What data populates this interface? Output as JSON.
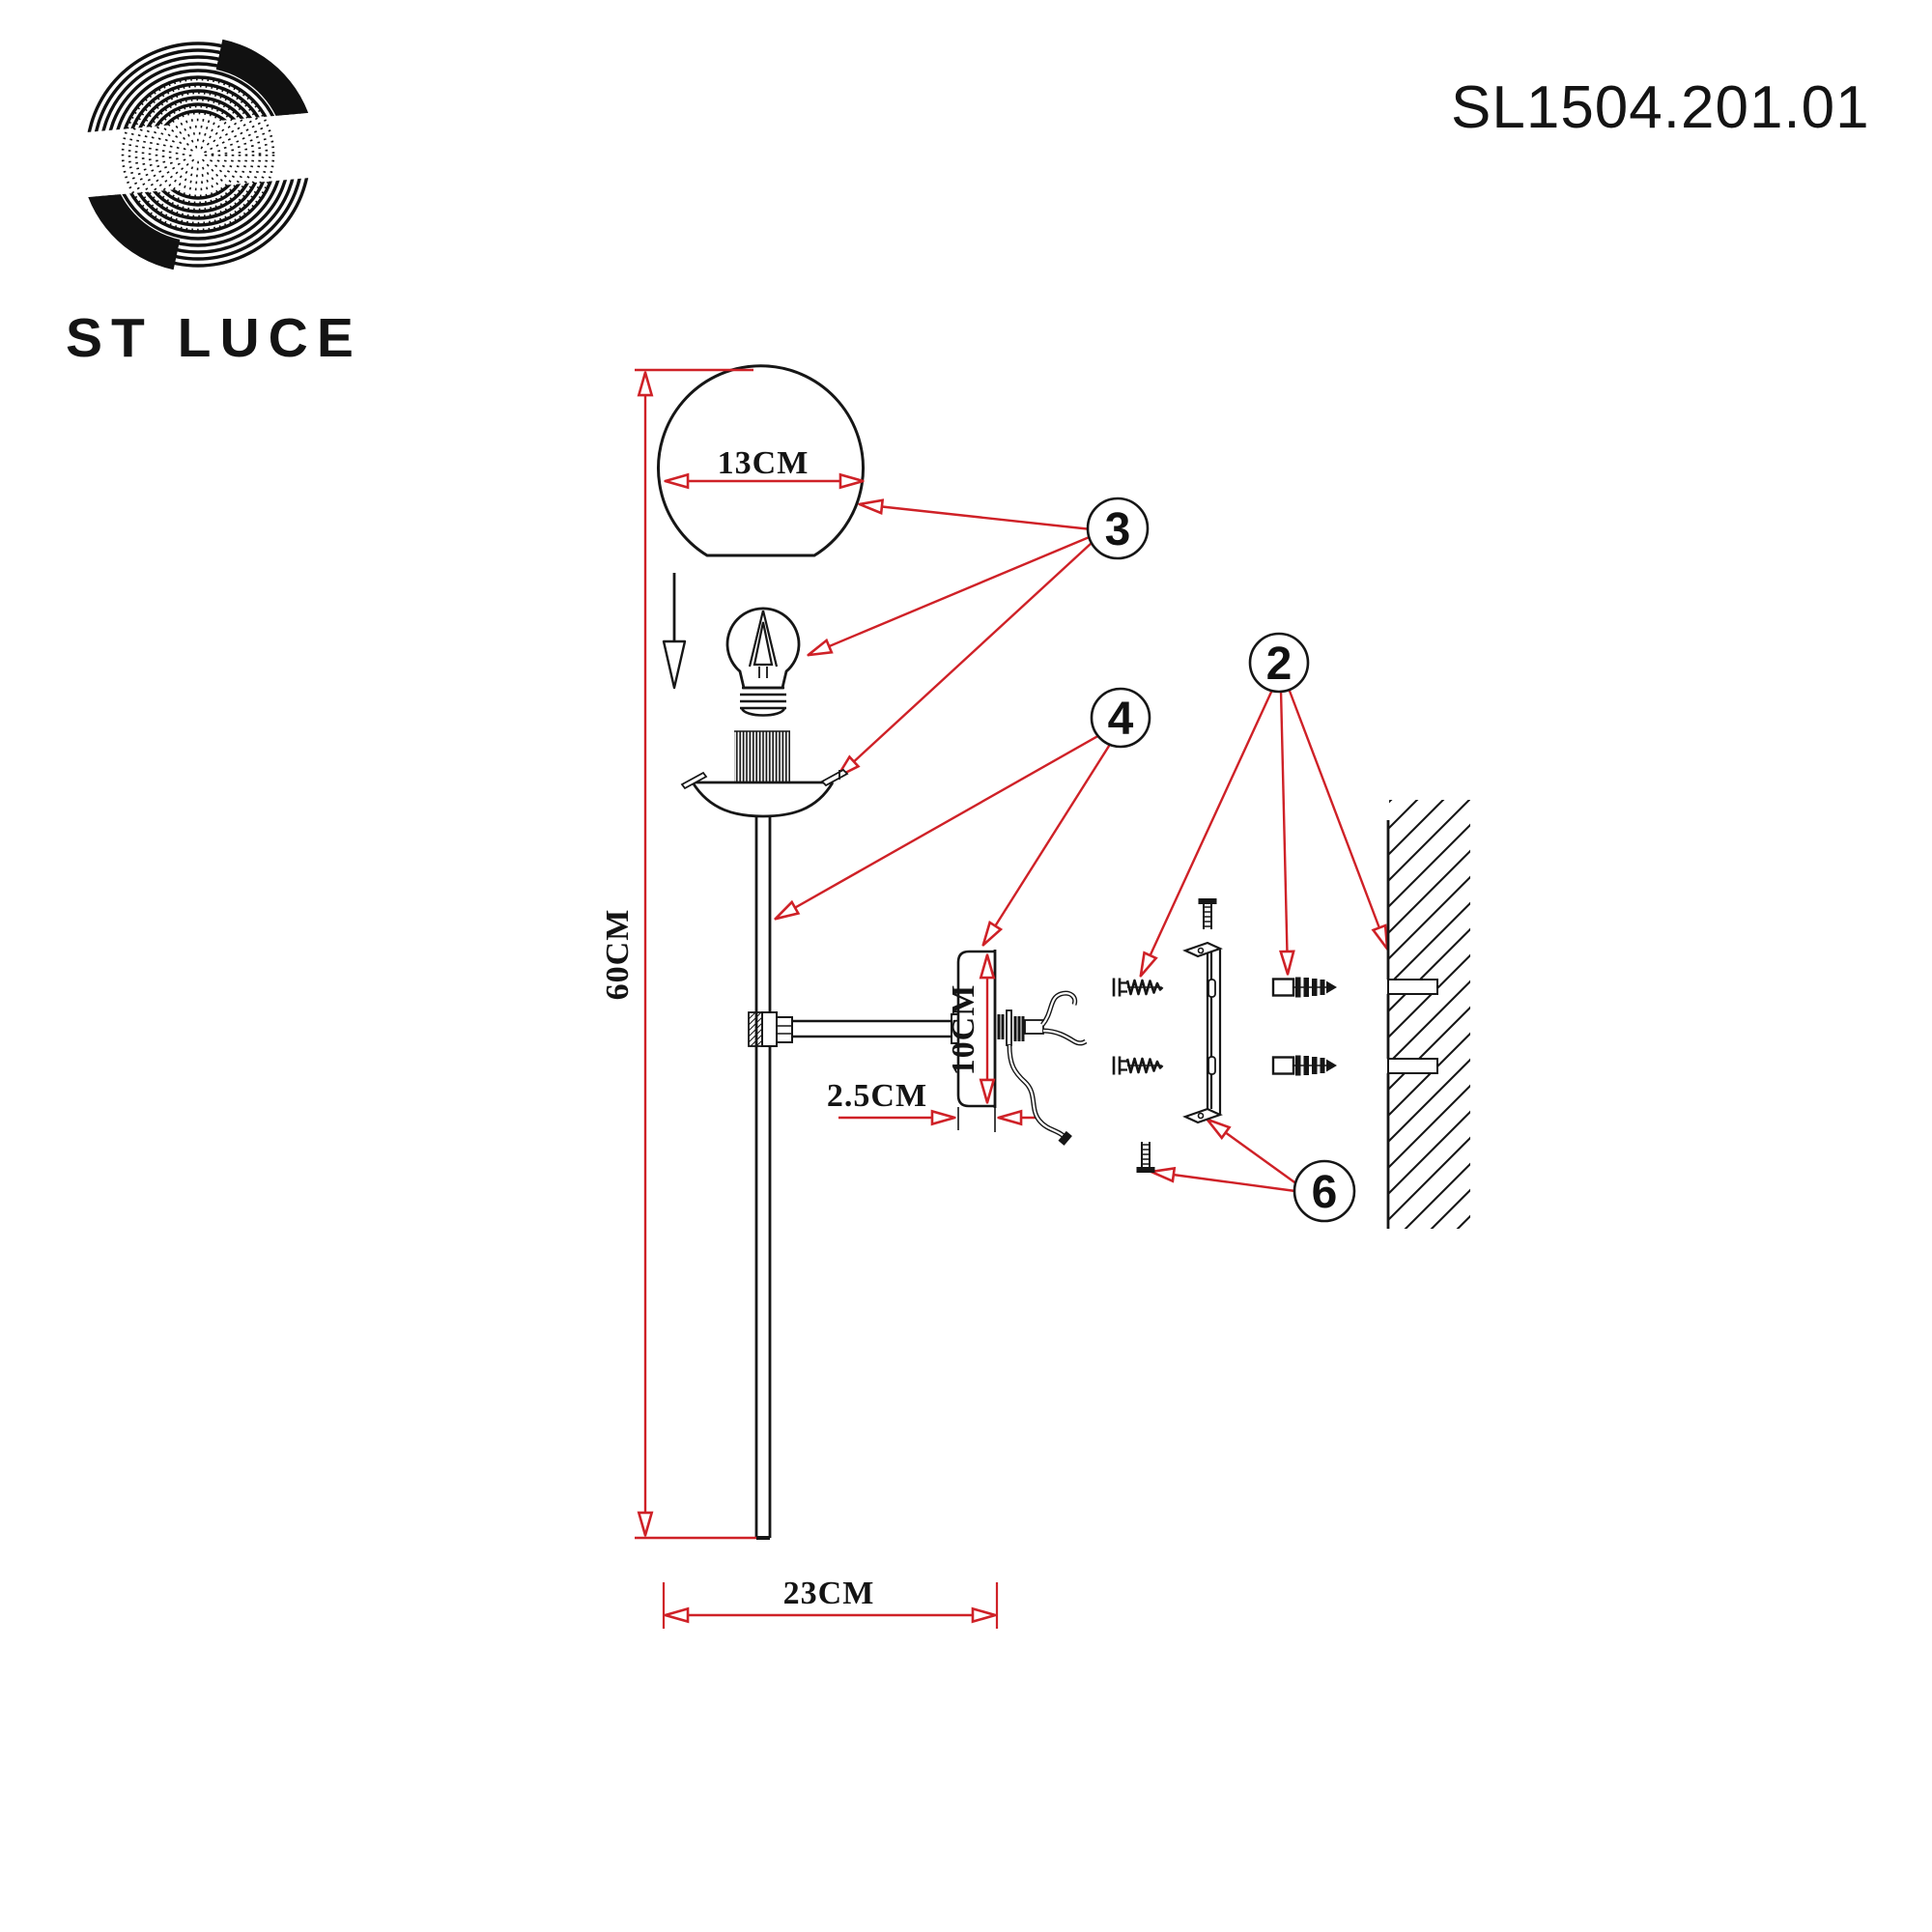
{
  "brand": "ST LUCE",
  "product_code": "SL1504.201.01",
  "dimensions": {
    "shade_diameter": "13CM",
    "fixture_height": "60CM",
    "canopy_height": "10CM",
    "canopy_depth": "2.5CM",
    "projection": "23CM"
  },
  "callouts": {
    "shade": "3",
    "stem": "4",
    "wall_fixings": "2",
    "bracket_screws": "6"
  },
  "colors": {
    "ink": "#161616",
    "dimension_red": "#cf2127"
  }
}
